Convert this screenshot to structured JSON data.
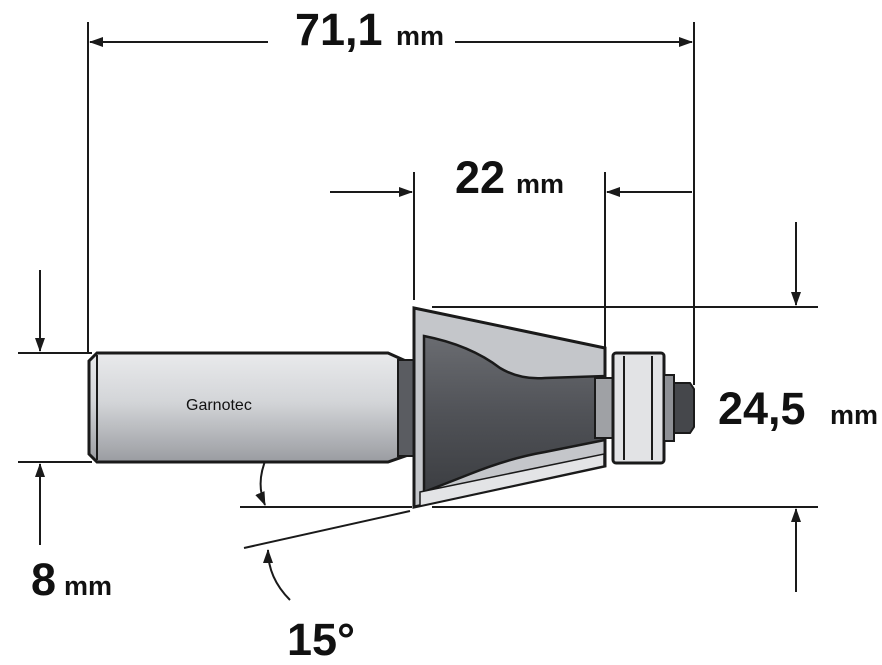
{
  "dimensions": {
    "overall_length": {
      "value": "71,1",
      "unit": "mm"
    },
    "cutting_length": {
      "value": "22",
      "unit": "mm"
    },
    "diameter": {
      "value": "24,5",
      "unit": "mm"
    },
    "shank": {
      "value": "8",
      "unit": "mm"
    },
    "angle": {
      "value": "15°"
    }
  },
  "shank_label": "Garnotec",
  "colors": {
    "line": "#1a1a1a",
    "shank_fill": "#d7d8db",
    "body_dark": "#55575c",
    "body_light": "#c4c6ca",
    "bearing": "#e2e3e5"
  }
}
